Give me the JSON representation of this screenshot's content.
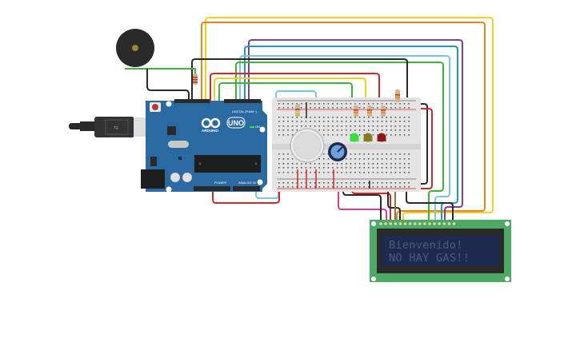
{
  "scene": {
    "title": "Arduino gas detector circuit",
    "components": {
      "arduino": {
        "name": "Arduino UNO",
        "logo_text": "ARDUINO",
        "model_label": "UNO",
        "digital_label": "DIGITAL (PWM~)",
        "power_label": "POWER",
        "analog_label": "ANALOG IN",
        "on_label": "ON",
        "board_color": "#2b6aa0"
      },
      "buzzer": {
        "name": "Piezo buzzer"
      },
      "gas_sensor": {
        "name": "Gas sensor"
      },
      "potentiometer": {
        "name": "Potentiometer"
      },
      "leds": [
        {
          "name": "Green LED",
          "color": "#3cdc3c"
        },
        {
          "name": "Yellow LED",
          "color": "#8a7a1e"
        },
        {
          "name": "Red LED",
          "color": "#8a1a1a"
        }
      ],
      "lcd": {
        "name": "LCD 16x2",
        "line1": "Bienvenido!",
        "line2": "NO HAY GAS!!",
        "board_color": "#4caa64",
        "screen_color": "#1e2a4e"
      },
      "breadboard": {
        "name": "Breadboard mini"
      }
    },
    "wire_colors": {
      "orange": "#e8861e",
      "yellow": "#f0d21e",
      "purple": "#7b3fa0",
      "blue": "#1e96d2",
      "lightblue": "#78c8dc",
      "green": "#3cb43c",
      "black": "#2a2a2a",
      "red": "#d22828",
      "magenta": "#d23c9a",
      "brown": "#a0703c"
    }
  }
}
